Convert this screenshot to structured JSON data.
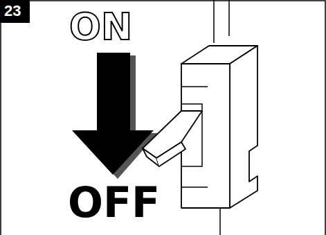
{
  "diagram": {
    "labels": [
      "23",
      "ON",
      "OFF"
    ]
  }
}
